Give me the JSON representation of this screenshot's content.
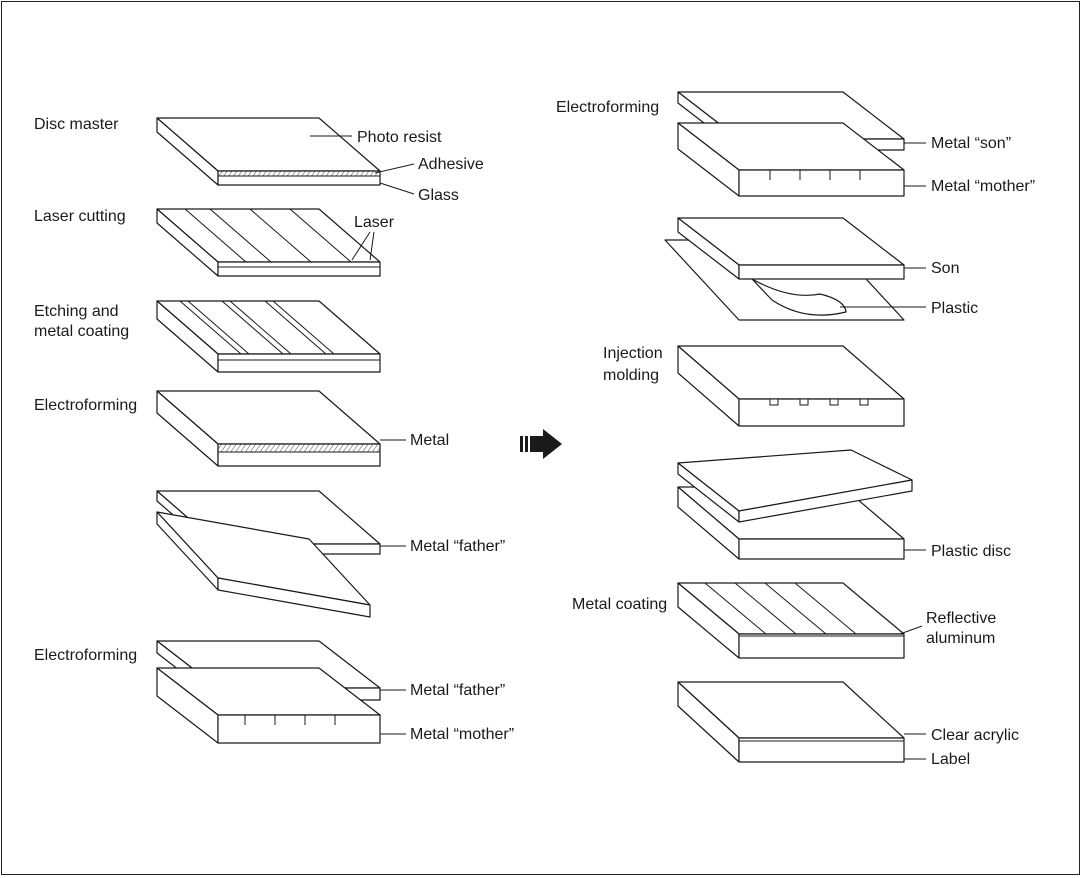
{
  "left_column": {
    "disc_master": {
      "step": "Disc master",
      "photo_resist": "Photo resist",
      "adhesive": "Adhesive",
      "glass": "Glass"
    },
    "laser_cutting": {
      "step": "Laser cutting",
      "laser": "Laser"
    },
    "etching": {
      "step_line1": "Etching and",
      "step_line2": "metal coating"
    },
    "electroforming_1": {
      "step": "Electroforming",
      "metal": "Metal"
    },
    "separation": {
      "metal_father": "Metal “father”"
    },
    "electroforming_2": {
      "step": "Electroforming",
      "metal_father": "Metal “father”",
      "metal_mother": "Metal “mother”"
    }
  },
  "right_column": {
    "electroforming_3": {
      "step": "Electroforming",
      "metal_son": "Metal “son”",
      "metal_mother": "Metal “mother”"
    },
    "son_plastic": {
      "son": "Son",
      "plastic": "Plastic"
    },
    "injection": {
      "step_line1": "Injection",
      "step_line2": "molding"
    },
    "plastic_disc": {
      "label": "Plastic disc"
    },
    "metal_coating": {
      "step": "Metal coating",
      "reflective_line1": "Reflective",
      "reflective_line2": "aluminum"
    },
    "final": {
      "clear_acrylic": "Clear acrylic",
      "label": "Label"
    }
  },
  "arrow_icon": "right-arrow-icon"
}
